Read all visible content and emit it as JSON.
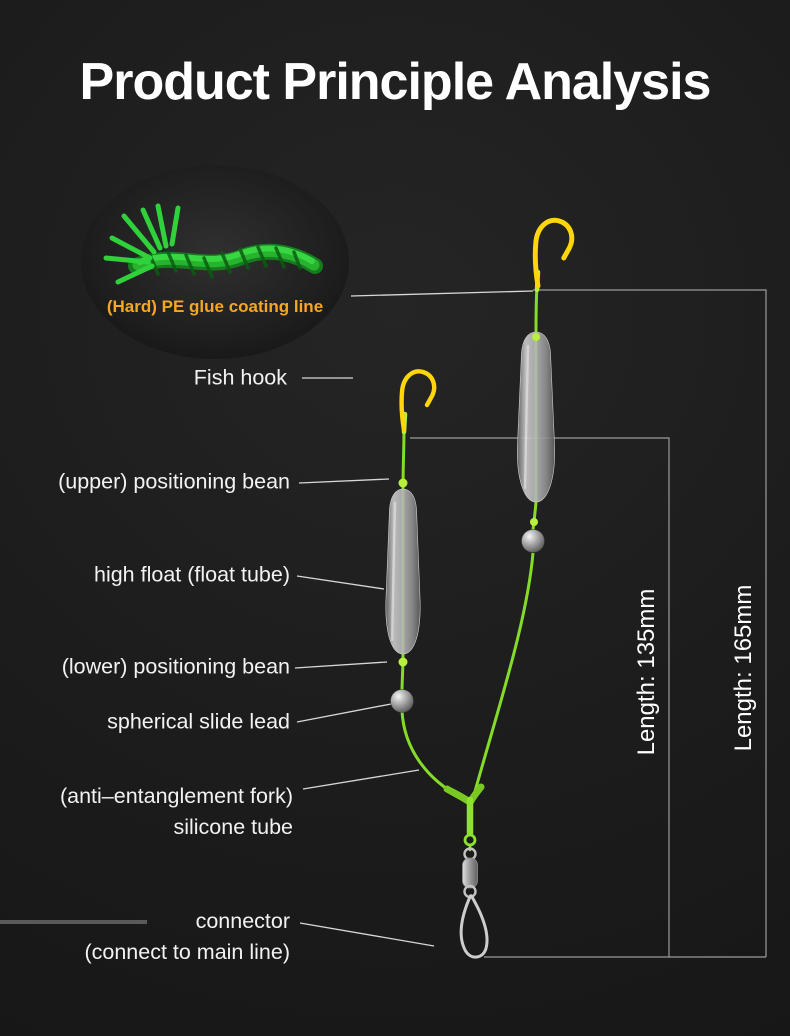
{
  "title": "Product Principle Analysis",
  "inset": {
    "caption": "(Hard) PE glue coating line"
  },
  "labels": {
    "fish_hook": "Fish hook",
    "upper_bean": "(upper) positioning bean",
    "float_tube": "high float (float tube)",
    "lower_bean": "(lower) positioning bean",
    "slide_lead": "spherical slide lead",
    "fork_line1": "(anti–entanglement fork)",
    "fork_line2": "silicone tube",
    "connector_line1": "connector",
    "connector_line2": "(connect to main line)"
  },
  "measurements": {
    "short_rig": "Length: 135mm",
    "long_rig": "Length: 165mm"
  },
  "colors": {
    "background": "#1c1c1c",
    "line_green": "#85dc28",
    "bean_green": "#b8f03c",
    "hook_yellow": "#ffd60a",
    "caption_orange": "#f5a623",
    "label_white": "#f2f2f2",
    "measure_line_gray": "#9b9b9b"
  }
}
